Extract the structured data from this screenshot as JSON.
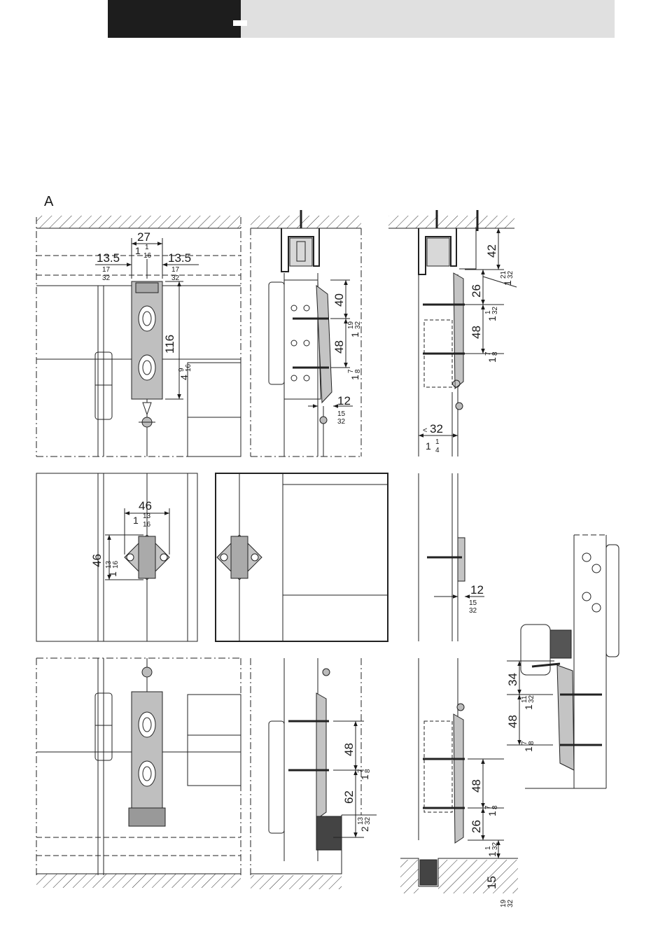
{
  "figure_label": "A",
  "dims": {
    "d27": "27",
    "d27in": "1",
    "d27num": "1",
    "d27den": "16",
    "d135": "13.5",
    "d135in_num": "17",
    "d135in_den": "32",
    "d116": "116",
    "d116in": "4",
    "d116num": "9",
    "d116den": "16",
    "d40": "40",
    "d40in": "1",
    "d40num": "19",
    "d40den": "32",
    "d48": "48",
    "d48in": "1",
    "d48num": "7",
    "d48den": "8",
    "d12": "12",
    "d12num": "15",
    "d12den": "32",
    "d42": "42",
    "d42in": "1",
    "d42num": "21",
    "d42den": "32",
    "d26": "26",
    "d26in": "1",
    "d26num": "1",
    "d26den": "32",
    "d32": "32",
    "d32in": "1",
    "d32num": "1",
    "d32den": "4",
    "d46": "46",
    "d46in": "1",
    "d46num": "13",
    "d46den": "16",
    "d62": "62",
    "d62in": "2",
    "d62num": "13",
    "d62den": "32",
    "d34": "34",
    "d34in": "1",
    "d34num": "11",
    "d34den": "32",
    "d15": "15",
    "d15num": "19",
    "d15den": "32"
  },
  "colors": {
    "header_dark": "#1d1d1d",
    "header_light": "#e0e0e0",
    "part_gray": "#b9b9b9"
  }
}
